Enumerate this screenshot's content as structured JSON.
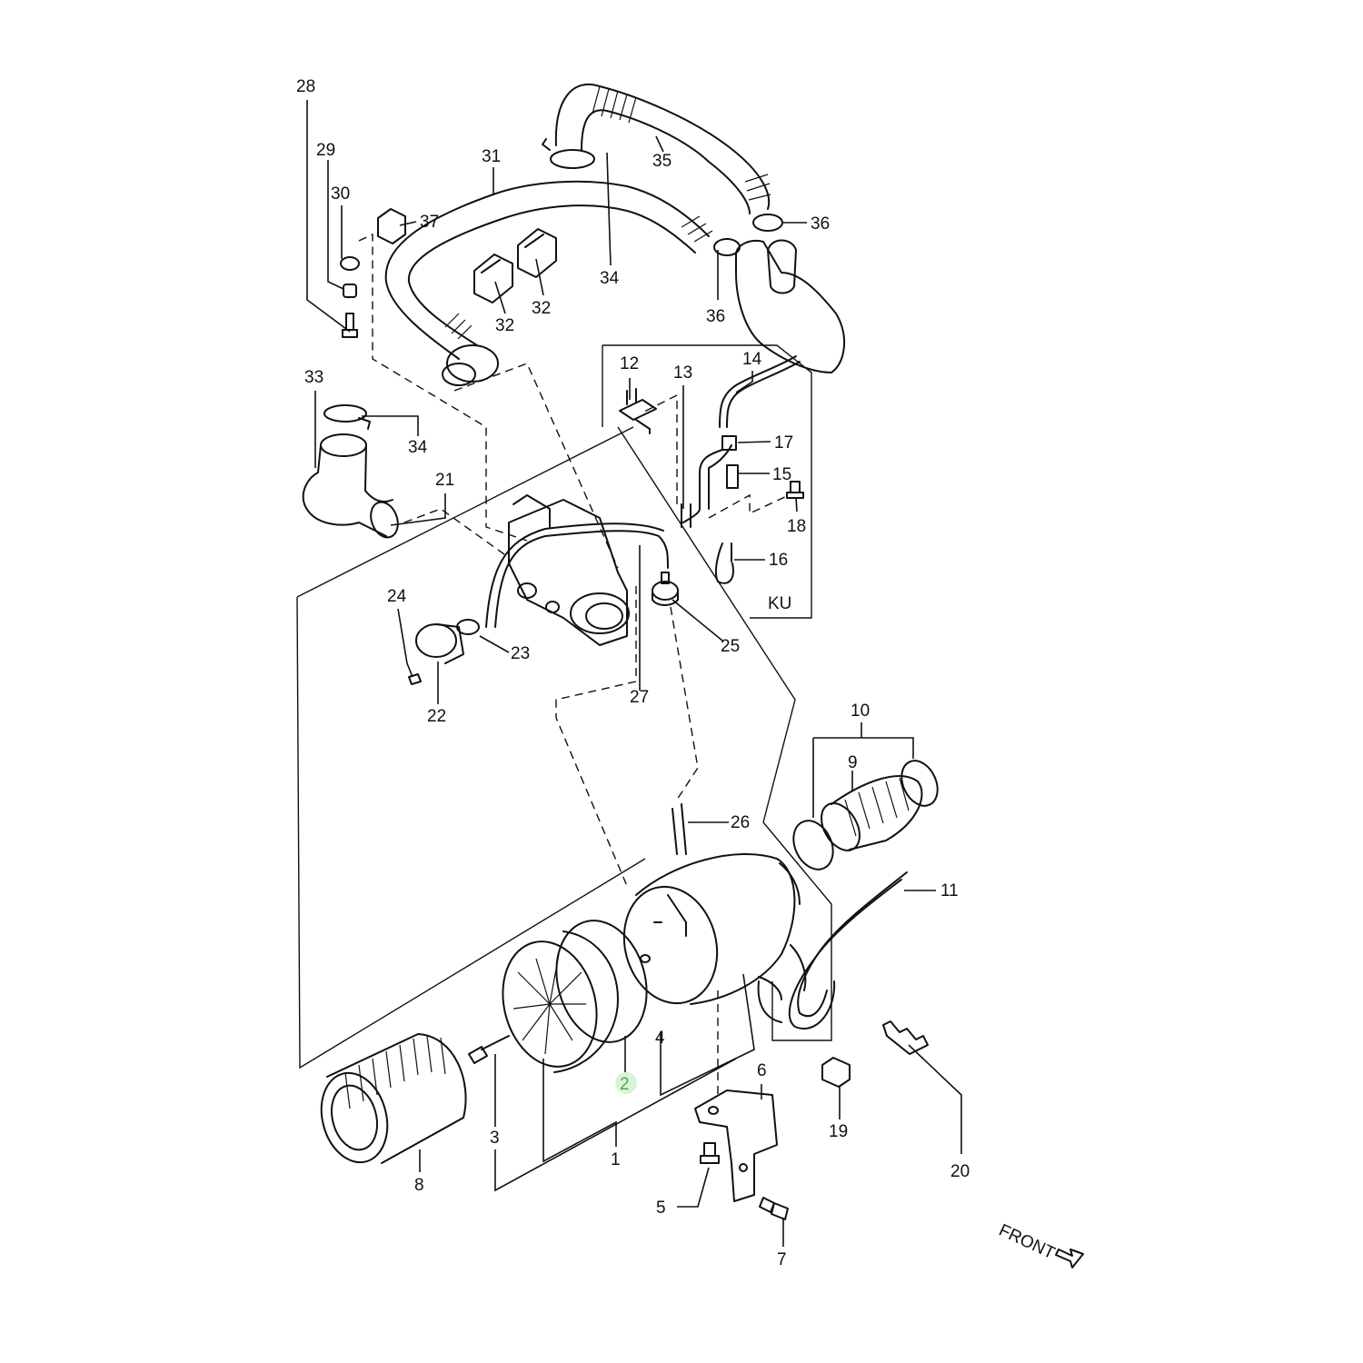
{
  "diagram": {
    "highlight_color": "#8fe08f",
    "ink_color": "#111111",
    "labels": {
      "p1": "1",
      "p2": "2",
      "p3": "3",
      "p4": "4",
      "p5": "5",
      "p6": "6",
      "p7": "7",
      "p8": "8",
      "p9": "9",
      "p10": "10",
      "p11": "11",
      "p12": "12",
      "p13": "13",
      "p14": "14",
      "p15": "15",
      "p16": "16",
      "p17": "17",
      "p18": "18",
      "p19": "19",
      "p20": "20",
      "p21": "21",
      "p22": "22",
      "p23": "23",
      "p24": "24",
      "p25": "25",
      "p26": "26",
      "p27": "27",
      "p28": "28",
      "p29": "29",
      "p30": "30",
      "p31": "31",
      "p32a": "32",
      "p32b": "32",
      "p33": "33",
      "p34a": "34",
      "p34b": "34",
      "p35": "35",
      "p36a": "36",
      "p36b": "36",
      "p37": "37"
    },
    "variant_label": "KU",
    "direction_label": "FRONT",
    "highlighted_part": "2"
  }
}
